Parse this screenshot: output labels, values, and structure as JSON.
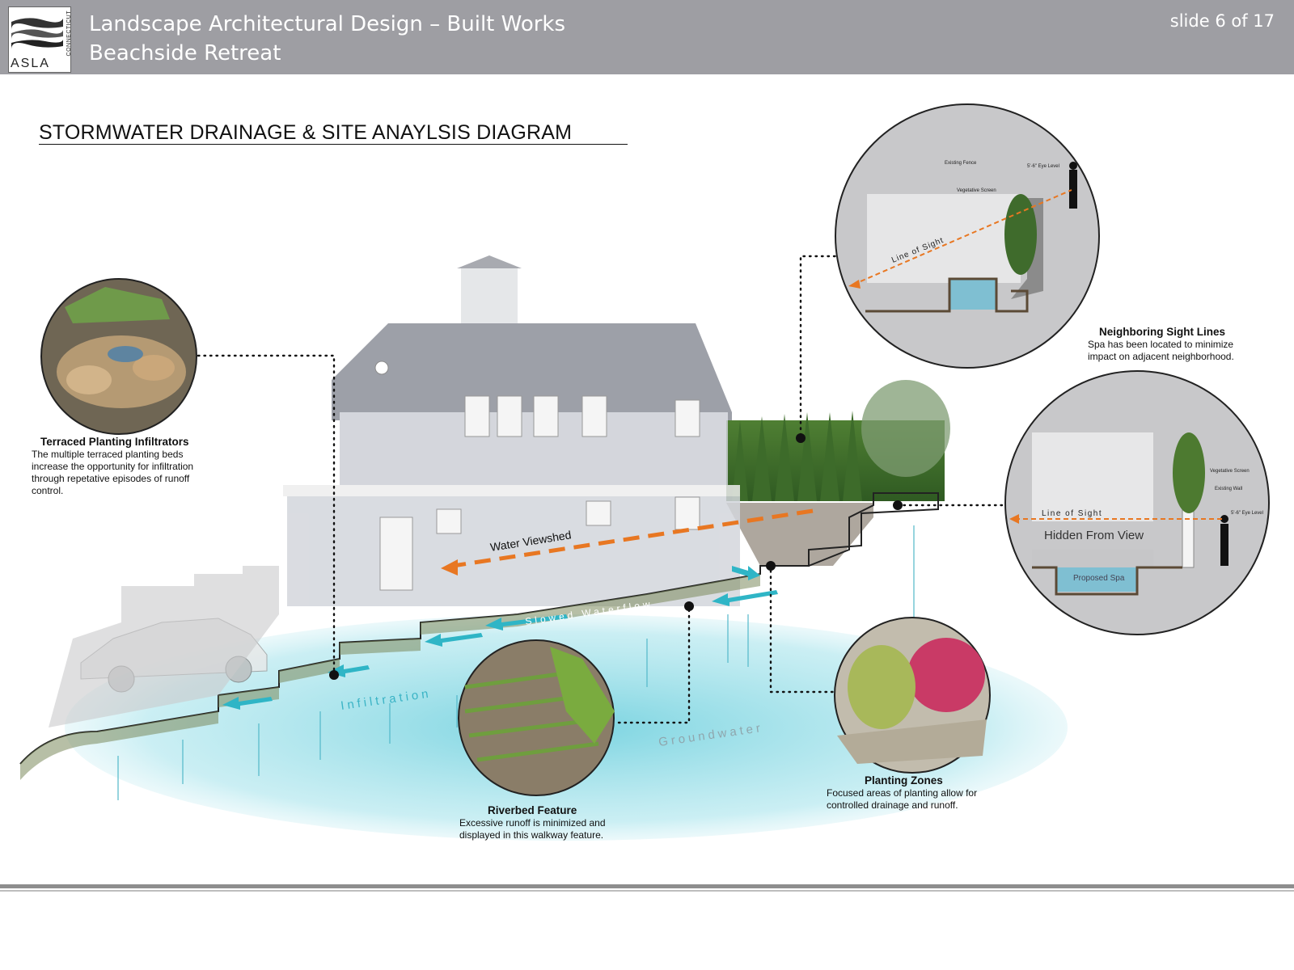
{
  "header": {
    "logo_text": "ASLA",
    "logo_side_text": "CONNECTICUT",
    "title": "Landscape Architectural Design – Built Works",
    "subtitle": "Beachside Retreat",
    "slide_indicator": "slide 6 of 17"
  },
  "diagram": {
    "title": "STORMWATER DRAINAGE & SITE ANAYLSIS DIAGRAM",
    "labels": {
      "water_viewshed": "Water Viewshed",
      "slowed_waterflow": "Slowed Waterflow",
      "infiltration": "Infiltration",
      "groundwater": "Groundwater"
    },
    "callouts": {
      "terraced": {
        "title": "Terraced Planting Infiltrators",
        "text": "The multiple terraced planting beds increase the opportunity for infiltration through repetative episodes of runoff control."
      },
      "riverbed": {
        "title": "Riverbed Feature",
        "text": "Excessive runoff is minimized and displayed in this walkway feature."
      },
      "planting": {
        "title": "Planting Zones",
        "text": "Focused areas of planting allow for controlled drainage and runoff."
      },
      "sightlines": {
        "title": "Neighboring Sight Lines",
        "text": "Spa has been located to minimize impact on adjacent neighborhood."
      }
    },
    "sightline_section": {
      "existing_fence": "Existing Fence",
      "eye_level": "5'-6\" Eye Level",
      "vegetative_screen": "Vegetative Screen",
      "line_of_sight": "Line of Sight"
    },
    "spa_section": {
      "vegetative_screen": "Vegetative Screen",
      "existing_wall": "Existing Wall",
      "eye_level": "5'-6\" Eye Level",
      "line_of_sight": "Line of Sight",
      "hidden_from_view": "Hidden From View",
      "proposed_spa": "Proposed Spa"
    }
  },
  "colors": {
    "header_bg": "#9e9ea3",
    "water": "#8fd9e3",
    "arrow_orange": "#e87722",
    "flow_teal": "#2fb5c6"
  }
}
